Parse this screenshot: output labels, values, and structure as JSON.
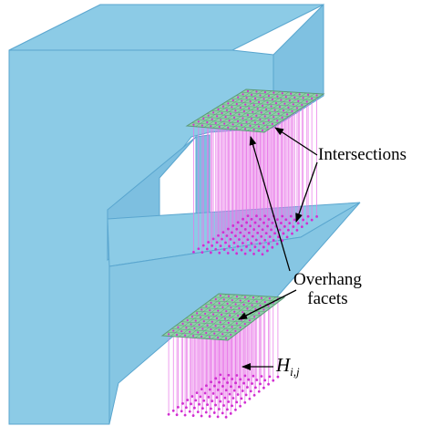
{
  "labels": {
    "intersections": "Intersections",
    "overhang_line1": "Overhang",
    "overhang_line2": "facets",
    "h_main": "H",
    "h_sub": "i,j"
  },
  "colors": {
    "solid_face": "#8ccbe6",
    "solid_face_dark": "#75b9dc",
    "solid_edge": "#5aa6cf",
    "facet_fill": "#8fd0a8",
    "facet_grid": "#5c9a7a",
    "ray_line": "#e879e8",
    "ray_dot": "#d12fd1",
    "arrow": "#000000"
  }
}
